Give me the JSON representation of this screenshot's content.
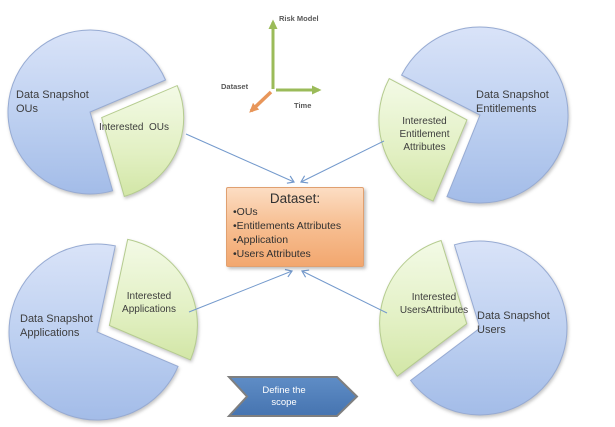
{
  "axis": {
    "risk_model_label": "Risk Model",
    "dataset_label": "Dataset",
    "time_label": "Time"
  },
  "pies": {
    "top_left": {
      "main": "Data Snapshot OUs",
      "slice": "Interested  OUs"
    },
    "top_right": {
      "main": "Data Snapshot Entitlements",
      "slice": "Interested Entitlement Attributes"
    },
    "bottom_left": {
      "main": "Data Snapshot Applications",
      "slice": "Interested Applications"
    },
    "bottom_right": {
      "main": "Data Snapshot Users",
      "slice": "Interested UsersAttributes"
    }
  },
  "dataset_box": {
    "title": "Dataset:",
    "items": [
      "•OUs",
      "•Entitlements Attributes",
      "•Application",
      "•Users Attributes"
    ]
  },
  "scope_chevron": {
    "line1": "Define the",
    "line2": "scope"
  },
  "colors": {
    "pie_main_fill": "#bccff0",
    "pie_main_border": "#97abd3",
    "pie_slice_fill": "#e2f0c3",
    "pie_slice_border": "#b5cc8f",
    "dataset_box_fill": "#f5b183",
    "dataset_box_border": "#e0a070",
    "connector": "#7399cc",
    "axis_green": "#9bbb59",
    "axis_orange": "#e8965a",
    "chevron_fill": "#4f81bd",
    "chevron_border": "#7f7f7f",
    "label_text": "#3d3d3d"
  }
}
